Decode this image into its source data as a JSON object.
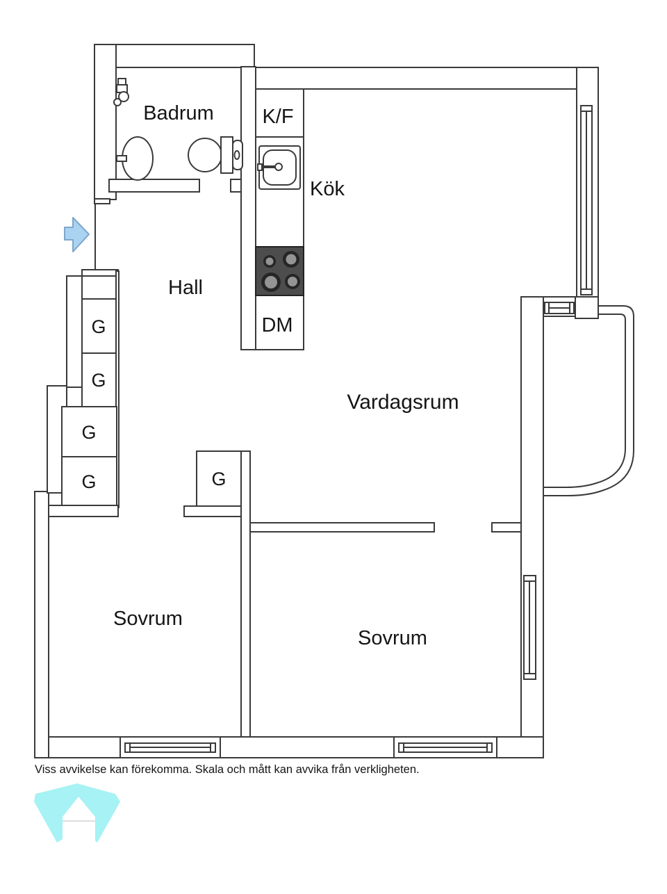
{
  "labels": {
    "badrum": "Badrum",
    "kf": "K/F",
    "kok": "Kök",
    "dm": "DM",
    "hall": "Hall",
    "vardagsrum": "Vardagsrum",
    "sovrum1": "Sovrum",
    "sovrum2": "Sovrum",
    "g1": "G",
    "g2": "G",
    "g3": "G",
    "g4": "G",
    "g5": "G"
  },
  "disclaimer": "Viss avvikelse kan förekomma. Skala och mått kan avvika från verkligheten.",
  "colors": {
    "line": "#3a3a3a",
    "arrow_fill": "#a9d3f1",
    "arrow_stroke": "#7fa6cb",
    "logo_cyan": "#a6f2f4",
    "logo_roofline": "#dddddd",
    "stove_bg": "#4d4d4d",
    "burner_ring": "#262626",
    "burner_center": "#949494"
  }
}
